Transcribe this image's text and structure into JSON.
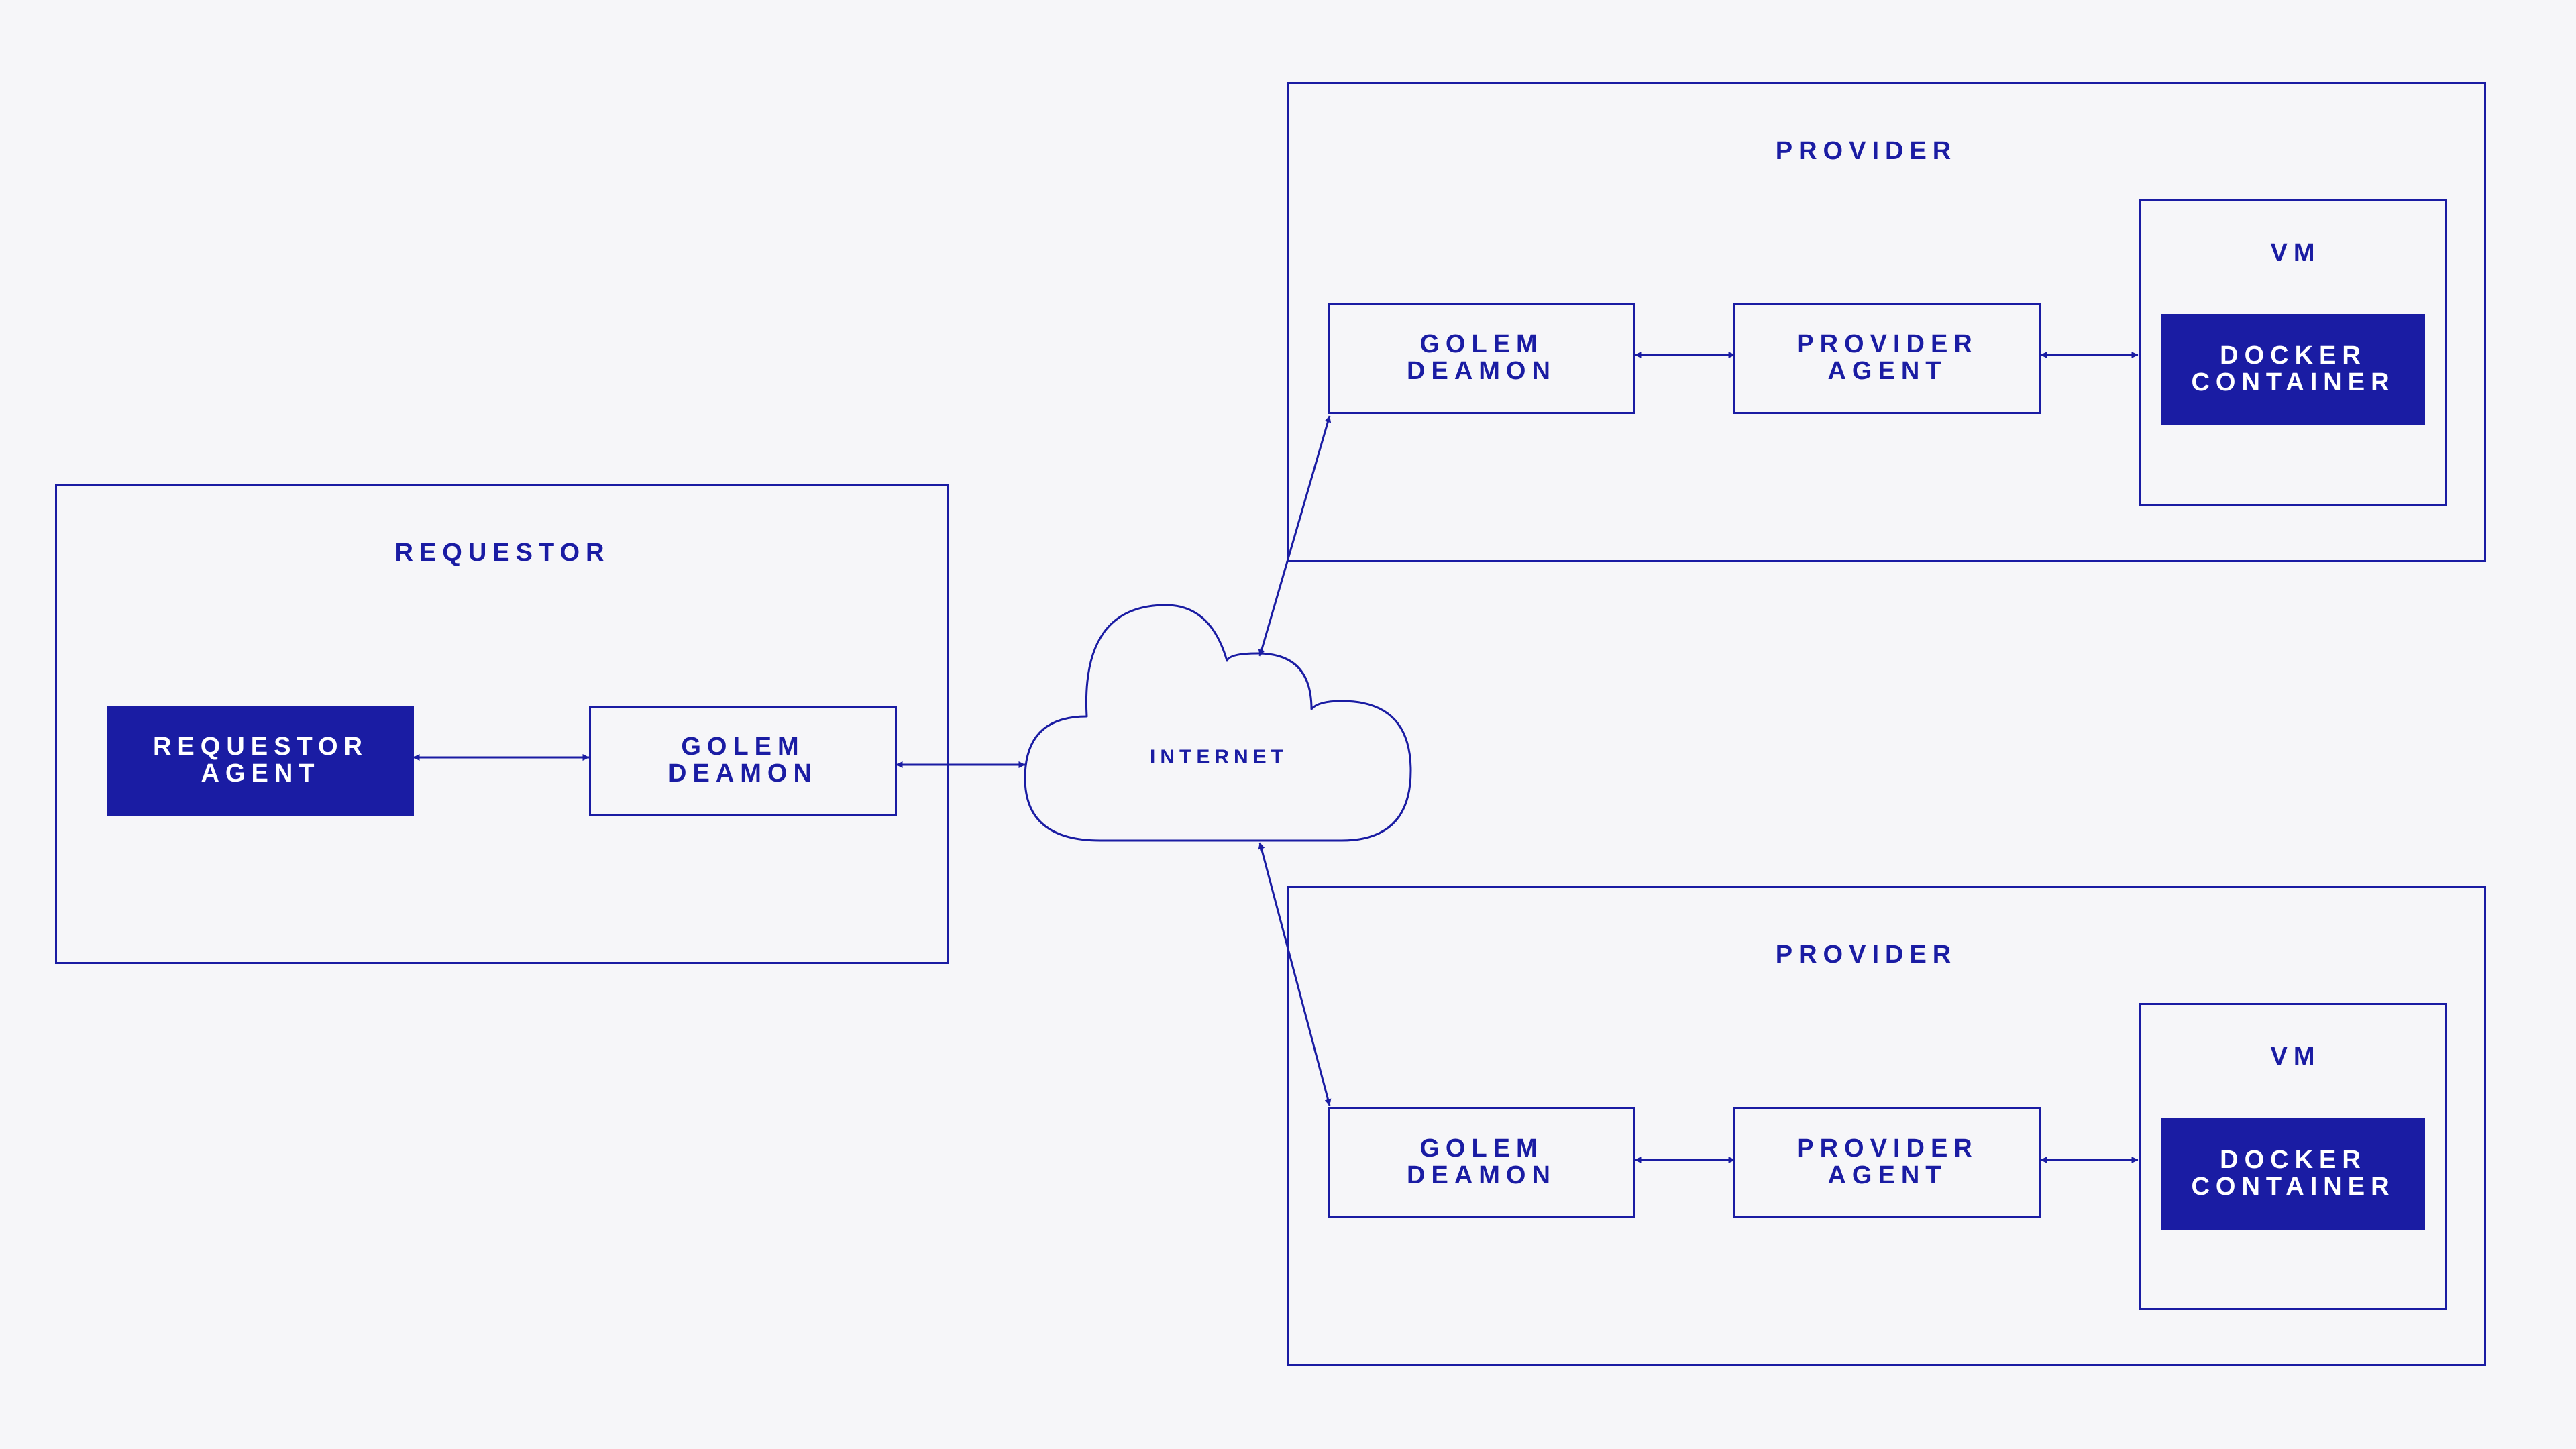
{
  "colors": {
    "accent": "#1a1ca3",
    "background": "#f6f6f9",
    "filled_text": "#ffffff"
  },
  "requestor": {
    "title": "REQUESTOR",
    "agent": [
      "REQUESTOR",
      "AGENT"
    ],
    "daemon": [
      "GOLEM",
      "DEAMON"
    ]
  },
  "internet": {
    "label": "INTERNET",
    "icon": "cloud-icon"
  },
  "provider_top": {
    "title": "PROVIDER",
    "daemon": [
      "GOLEM",
      "DEAMON"
    ],
    "agent": [
      "PROVIDER",
      "AGENT"
    ],
    "vm": {
      "title": "VM",
      "container": [
        "DOCKER",
        "CONTAINER"
      ]
    }
  },
  "provider_bottom": {
    "title": "PROVIDER",
    "daemon": [
      "GOLEM",
      "DEAMON"
    ],
    "agent": [
      "PROVIDER",
      "AGENT"
    ],
    "vm": {
      "title": "VM",
      "container": [
        "DOCKER",
        "CONTAINER"
      ]
    }
  },
  "connections": [
    {
      "from": "requestor-agent",
      "to": "requestor-daemon",
      "arrows": "both"
    },
    {
      "from": "requestor-daemon",
      "to": "internet",
      "arrows": "both"
    },
    {
      "from": "internet",
      "to": "provider-top-daemon",
      "arrows": "both"
    },
    {
      "from": "internet",
      "to": "provider-bottom-daemon",
      "arrows": "both"
    },
    {
      "from": "provider-top-daemon",
      "to": "provider-top-agent",
      "arrows": "both"
    },
    {
      "from": "provider-top-agent",
      "to": "provider-top-docker-container",
      "arrows": "both"
    },
    {
      "from": "provider-bottom-daemon",
      "to": "provider-bottom-agent",
      "arrows": "both"
    },
    {
      "from": "provider-bottom-agent",
      "to": "provider-bottom-docker-container",
      "arrows": "both"
    }
  ]
}
